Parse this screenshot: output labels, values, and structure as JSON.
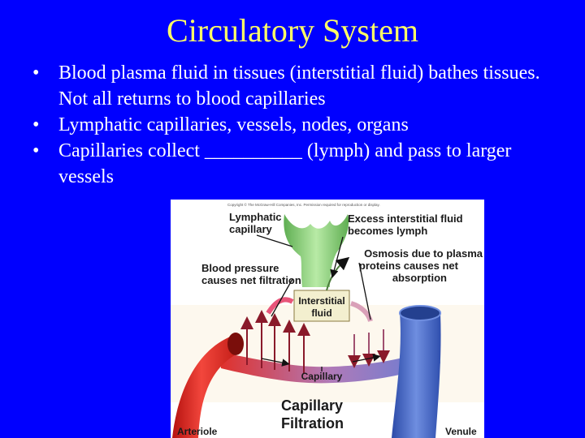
{
  "slide": {
    "title": "Circulatory System",
    "bullet_char": "•",
    "bullets": [
      "Blood plasma fluid in tissues (interstitial fluid) bathes tissues. Not all returns to blood capillaries",
      "Lymphatic capillaries, vessels, nodes, organs",
      "Capillaries collect __________ (lymph) and pass to larger vessels"
    ]
  },
  "figure": {
    "copyright": "Copyright © The McGraw-Hill Companies, Inc. Permission required for reproduction or display.",
    "labels": {
      "lymphatic_capillary_1": "Lymphatic",
      "lymphatic_capillary_2": "capillary",
      "excess_fluid_1": "Excess interstitial fluid",
      "excess_fluid_2": "becomes lymph",
      "osmosis_1": "Osmosis due to plasma",
      "osmosis_2": "proteins causes net",
      "osmosis_3": "absorption",
      "blood_pressure_1": "Blood pressure",
      "blood_pressure_2": "causes net filtration",
      "interstitial_1": "Interstitial",
      "interstitial_2": "fluid",
      "capillary": "Capillary",
      "caption_1": "Capillary",
      "caption_2": "Filtration",
      "arteriole": "Arteriole",
      "venule": "Venule"
    },
    "colors": {
      "arteriole": "#e0302a",
      "venule": "#3f63c8",
      "lymphatic": "#8fd47a",
      "interstitial_box": "#f3efcf",
      "arrow": "#8a1a2a"
    }
  }
}
